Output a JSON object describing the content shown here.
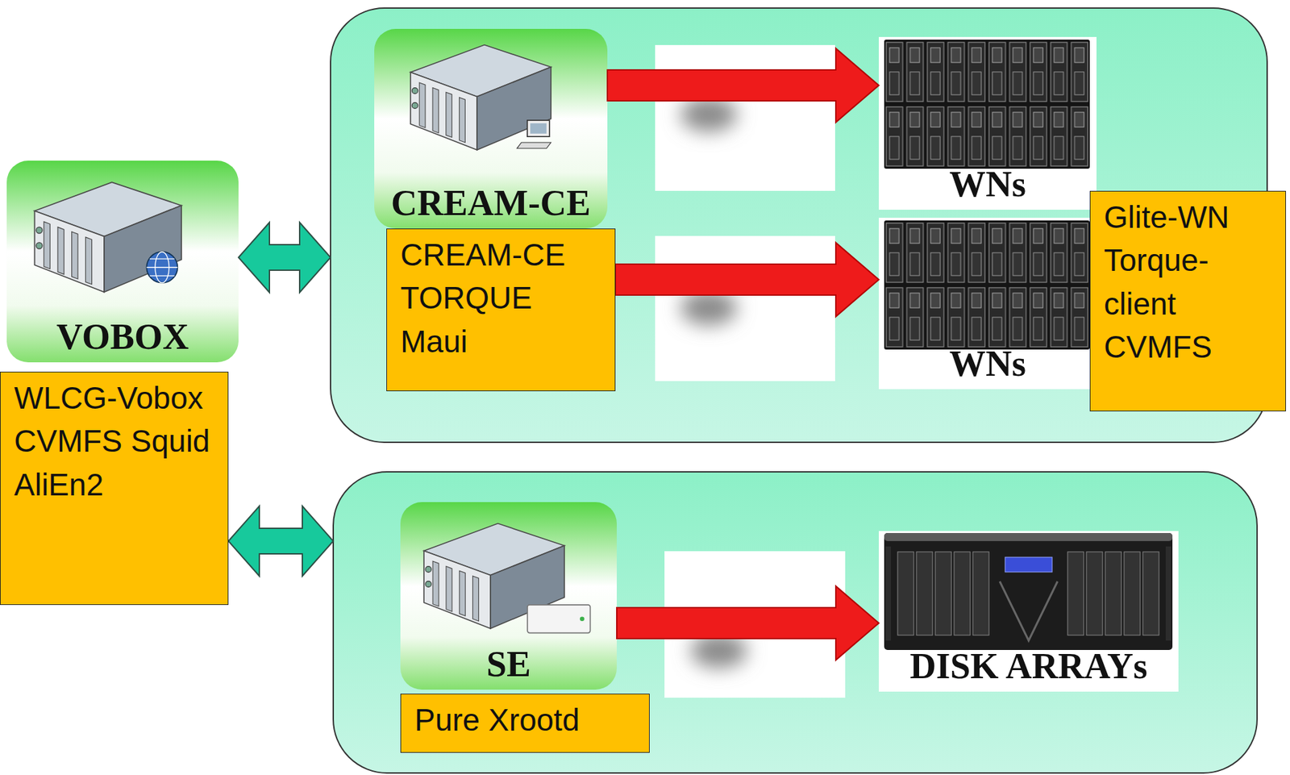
{
  "diagram": {
    "nodes": [
      {
        "text": [
          "VOBOX"
        ]
      },
      {
        "text": [
          "WLCG-Vobox CVMFS Squid AliEn2"
        ]
      },
      {
        "text": []
      },
      {
        "text": [
          "CREAM-CE"
        ],
        "in": 2
      },
      {
        "text": [
          "CREAM-CE TORQUE Maui"
        ],
        "in": 2
      },
      {
        "text": [
          "WNs"
        ],
        "in": 2
      },
      {
        "text": [
          "WNs"
        ],
        "in": 2
      },
      {
        "text": [
          "Glite-WN Torque-client CVMFS"
        ],
        "in": 2
      },
      {
        "text": []
      },
      {
        "text": [
          "SE"
        ],
        "in": 8
      },
      {
        "text": [
          "Pure Xrootd"
        ],
        "in": 8
      },
      {
        "text": [
          "DISK ARRAYs"
        ],
        "in": 8
      }
    ],
    "edges": [
      {
        "from": 0,
        "to": 2,
        "arrow": "both"
      },
      {
        "from": 1,
        "to": 8,
        "arrow": "both"
      },
      {
        "from": 3,
        "to": 5,
        "arrow": "to"
      },
      {
        "from": 4,
        "to": 6,
        "arrow": "to"
      },
      {
        "from": 9,
        "to": 11,
        "arrow": "to"
      }
    ]
  }
}
